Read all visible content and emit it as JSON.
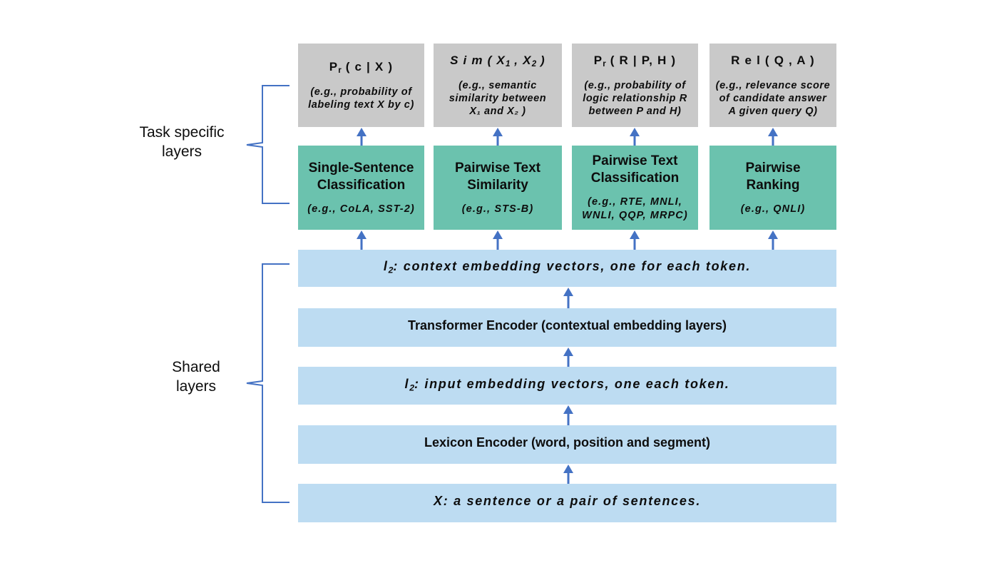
{
  "diagram": {
    "title": "Multi-Task Deep Neural Network architecture",
    "colors": {
      "output_box": "#c9c9c9",
      "task_box": "#6bc2ae",
      "shared_box": "#bddcf2",
      "arrow": "#4472c4",
      "brace": "#4472c4",
      "text": "#0d0d0d"
    }
  },
  "groups": [
    {
      "id": "task-specific",
      "label": "Task specific\nlayers"
    },
    {
      "id": "shared",
      "label": "Shared\nlayers"
    }
  ],
  "outputs": [
    {
      "formula_prefix": "P",
      "formula_sub": "r",
      "formula_rest": " ( c | X )",
      "italic": false,
      "example": "(e.g., probability of\nlabeling text X by c)"
    },
    {
      "formula_prefix": "S i m ( X",
      "formula_sub": "1",
      "formula_rest": " , X",
      "formula_sub2": "2",
      "formula_rest2": " )",
      "italic": true,
      "example": "(e.g., semantic\nsimilarity between\nX₁ and X₂ )"
    },
    {
      "formula_prefix": "P",
      "formula_sub": "r",
      "formula_rest": " ( R | P, H )",
      "italic": false,
      "example": "(e.g., probability of\nlogic relationship R\nbetween P and H)"
    },
    {
      "formula_prefix": "R e l ( Q , A )",
      "formula_sub": "",
      "formula_rest": "",
      "italic": false,
      "example": "(e.g., relevance score\nof candidate answer\nA given query Q)"
    }
  ],
  "tasks": [
    {
      "title": "Single-Sentence\nClassification",
      "example": "(e.g., CoLA, SST-2)"
    },
    {
      "title": "Pairwise Text\nSimilarity",
      "example": "(e.g., STS-B)"
    },
    {
      "title": "Pairwise Text\nClassification",
      "example": "(e.g., RTE, MNLI,\nWNLI, QQP, MRPC)"
    },
    {
      "title": "Pairwise\nRanking",
      "example": "(e.g., QNLI)"
    }
  ],
  "shared_layers": [
    {
      "id": "context-embedding",
      "prefix": "l",
      "sub": "2",
      "text": ": context embedding vectors, one for each token.",
      "italic": true
    },
    {
      "id": "transformer-encoder",
      "prefix": "",
      "sub": "",
      "text": "Transformer Encoder (contextual embedding layers)",
      "italic": false
    },
    {
      "id": "input-embedding",
      "prefix": "l",
      "sub": "2",
      "text": ": input embedding vectors, one each token.",
      "italic": true
    },
    {
      "id": "lexicon-encoder",
      "prefix": "",
      "sub": "",
      "text": "Lexicon Encoder (word, position and segment)",
      "italic": false
    },
    {
      "id": "input-sentence",
      "prefix": "X",
      "sub": "",
      "text": ": a sentence or a pair of sentences.",
      "italic": true
    }
  ]
}
